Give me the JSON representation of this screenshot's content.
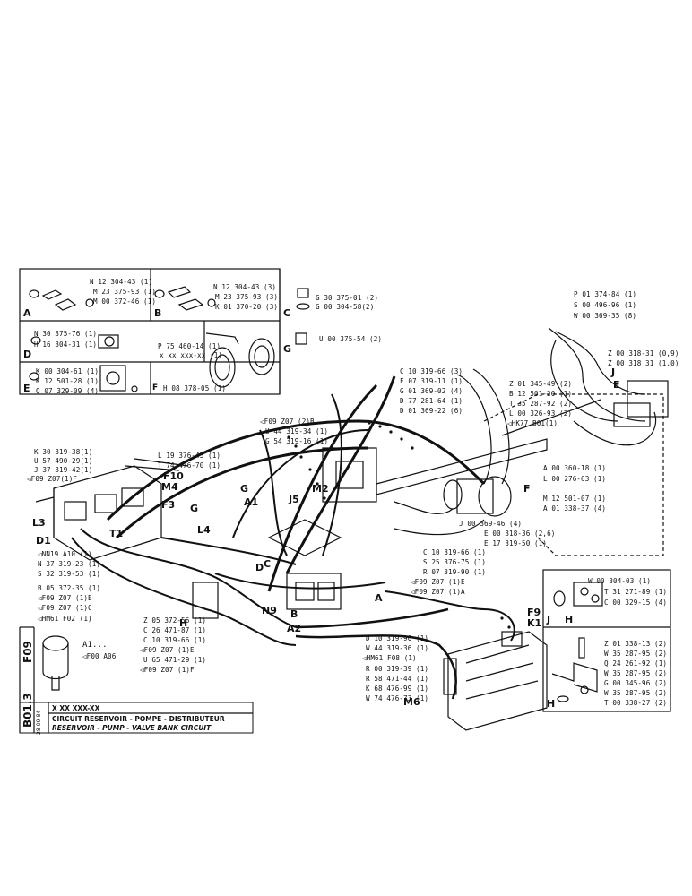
{
  "inset_a": {
    "letter": "A",
    "parts": [
      "N 12 304-43 (1)",
      "M 23 375-93 (1)",
      "M 00 372-46 (1)"
    ]
  },
  "inset_b": {
    "letter": "B",
    "parts": [
      "N 12 304-43 (3)",
      "M 23 375-93 (3)",
      "K 01 370-20 (3)"
    ]
  },
  "inset_c": {
    "letter": "C",
    "parts": [
      "G 30 375-01 (2)",
      "G 00 304-58(2)"
    ]
  },
  "inset_d": {
    "letter": "D",
    "parts": [
      "N 30 375-76 (1)",
      "H 16 304-31 (1)"
    ]
  },
  "inset_g": {
    "letter": "G",
    "parts": [
      "P 75 460-14 (1)",
      "x xx xxx-xx (1)",
      "U 00 375-54 (2)"
    ]
  },
  "inset_e": {
    "letter": "E",
    "parts": [
      "K 00 304-61 (1)",
      "K 12 501-28 (1)",
      "Q 07 329-09 (4)"
    ]
  },
  "inset_f": {
    "letter": "F",
    "parts": [
      "H 08 378-05 (1)"
    ]
  },
  "inset_j": {
    "letter": "J",
    "parts": [
      "W 00 304-03 (1)",
      "T 31 271-89 (1)",
      "C 00 329-15 (4)"
    ]
  },
  "inset_h": {
    "letter": "H",
    "parts": [
      "Z 01 338-13 (2)",
      "W 35 287-95 (2)",
      "Q 24 261-92 (1)",
      "W 35 287-95 (2)",
      "G 00 345-96 (2)",
      "W 35 287-95 (2)",
      "T 00 338-27 (2)"
    ]
  },
  "top_center_parts": [
    "C 10 319-66 (3)",
    "F 07 319-11 (1)",
    "G 01 369-02 (4)",
    "D 77 281-64 (1)",
    "D 01 369-22 (6)"
  ],
  "top_right_parts": [
    "P 01 374-84 (1)",
    "S 00 496-96 (1)",
    "W 00 369-35 (8)"
  ],
  "right_hose_parts": [
    "Z 00 318-31 (0,9)",
    "Z 00 318 31 (1,0)"
  ],
  "right_mid_parts": [
    "Z 01 345-49 (2)",
    "B 12 501-20 (1)",
    "T 35 287-92 (2)",
    "L 00 326-93 (2)"
  ],
  "ref_hk77": "◁HK77  B01(1)",
  "right_lower_parts": [
    "A 00 360-18 (1)",
    "L 00 276-63 (1)",
    "M 12 501-07 (1)",
    "A 01 338-37 (4)"
  ],
  "center_lower_parts": [
    "J 00 369-46 (4)",
    "E 00 318-36 (2,6)",
    "E 17 319-50 (1)",
    "C 10 319-66 (1)",
    "S 25 376-75 (1)",
    "R 07 319-90 (1)"
  ],
  "ref_f09_e": "◁F09  Z07 (1)E",
  "ref_f09_a": "◁F09  Z07 (1)A",
  "left_upper_parts": [
    "K 30 319-38(1)",
    "U 57 490-29(1)",
    "J 37 319-42(1)"
  ],
  "ref_f09_z07_f": "◁F09  Z07(1)F",
  "left_center_parts": [
    "L 19 376-45 (1)",
    "T 74 476-70 (1)"
  ],
  "ref_f09_b": "◁F09  Z07 (2)B",
  "mid_top_parts": [
    "U 44 319-34 (1)",
    "G 54 319-16 (1)"
  ],
  "ref_nn19": "◁NN19  A10 (1)",
  "left_lower_parts": [
    "N 37 319-23 (1)",
    "S 32 319-53 (1)",
    "B 05 372-35 (1)"
  ],
  "ref_f09_e2": "◁F09  Z07 (1)E",
  "ref_f09_c": "◁F09  Z07 (1)C",
  "ref_hm61": "◁HM61  F02 (1)",
  "bottom_center_parts": [
    "Z 05 372-56 (1)",
    "C 26 471-87 (1)",
    "C 10 319-66 (1)"
  ],
  "ref_f09_e3": "◁F09 Z07 (1)E",
  "bottom_center_parts2": [
    "U 65 471-29 (1)"
  ],
  "ref_f09_f2": "◁F09 Z07 (1)F",
  "bottom_right_parts": [
    "D 10 319-90 (1)",
    "W 44 319-36 (1)"
  ],
  "ref_hm61_f08": "◁HM61  F08 (1)",
  "bottom_right_parts2": [
    "R 00 319-39 (1)",
    "R 58 471-44 (1)",
    "K 68 476-99 (1)",
    "W 74 476-73 (1)"
  ],
  "sensor_label": "A1...",
  "sensor_ref": "◁F00  A06",
  "callouts": [
    "A",
    "B",
    "C",
    "D",
    "E",
    "F",
    "G",
    "H",
    "J",
    "A1",
    "A2",
    "D1",
    "F3",
    "F9",
    "F10",
    "G",
    "H",
    "J5",
    "K1",
    "L3",
    "L4",
    "M2",
    "M4",
    "M6",
    "N9",
    "T1"
  ],
  "title_block": {
    "code_main": "F09",
    "code_sub": "B01.3",
    "date": "28-09-84",
    "doc_number": "X  XX  XXX-XX",
    "title_fr": "CIRCUIT RESERVOIR - POMPE - DISTRIBUTEUR",
    "title_en": "RESERVOIR - PUMP - VALVE BANK CIRCUIT"
  }
}
